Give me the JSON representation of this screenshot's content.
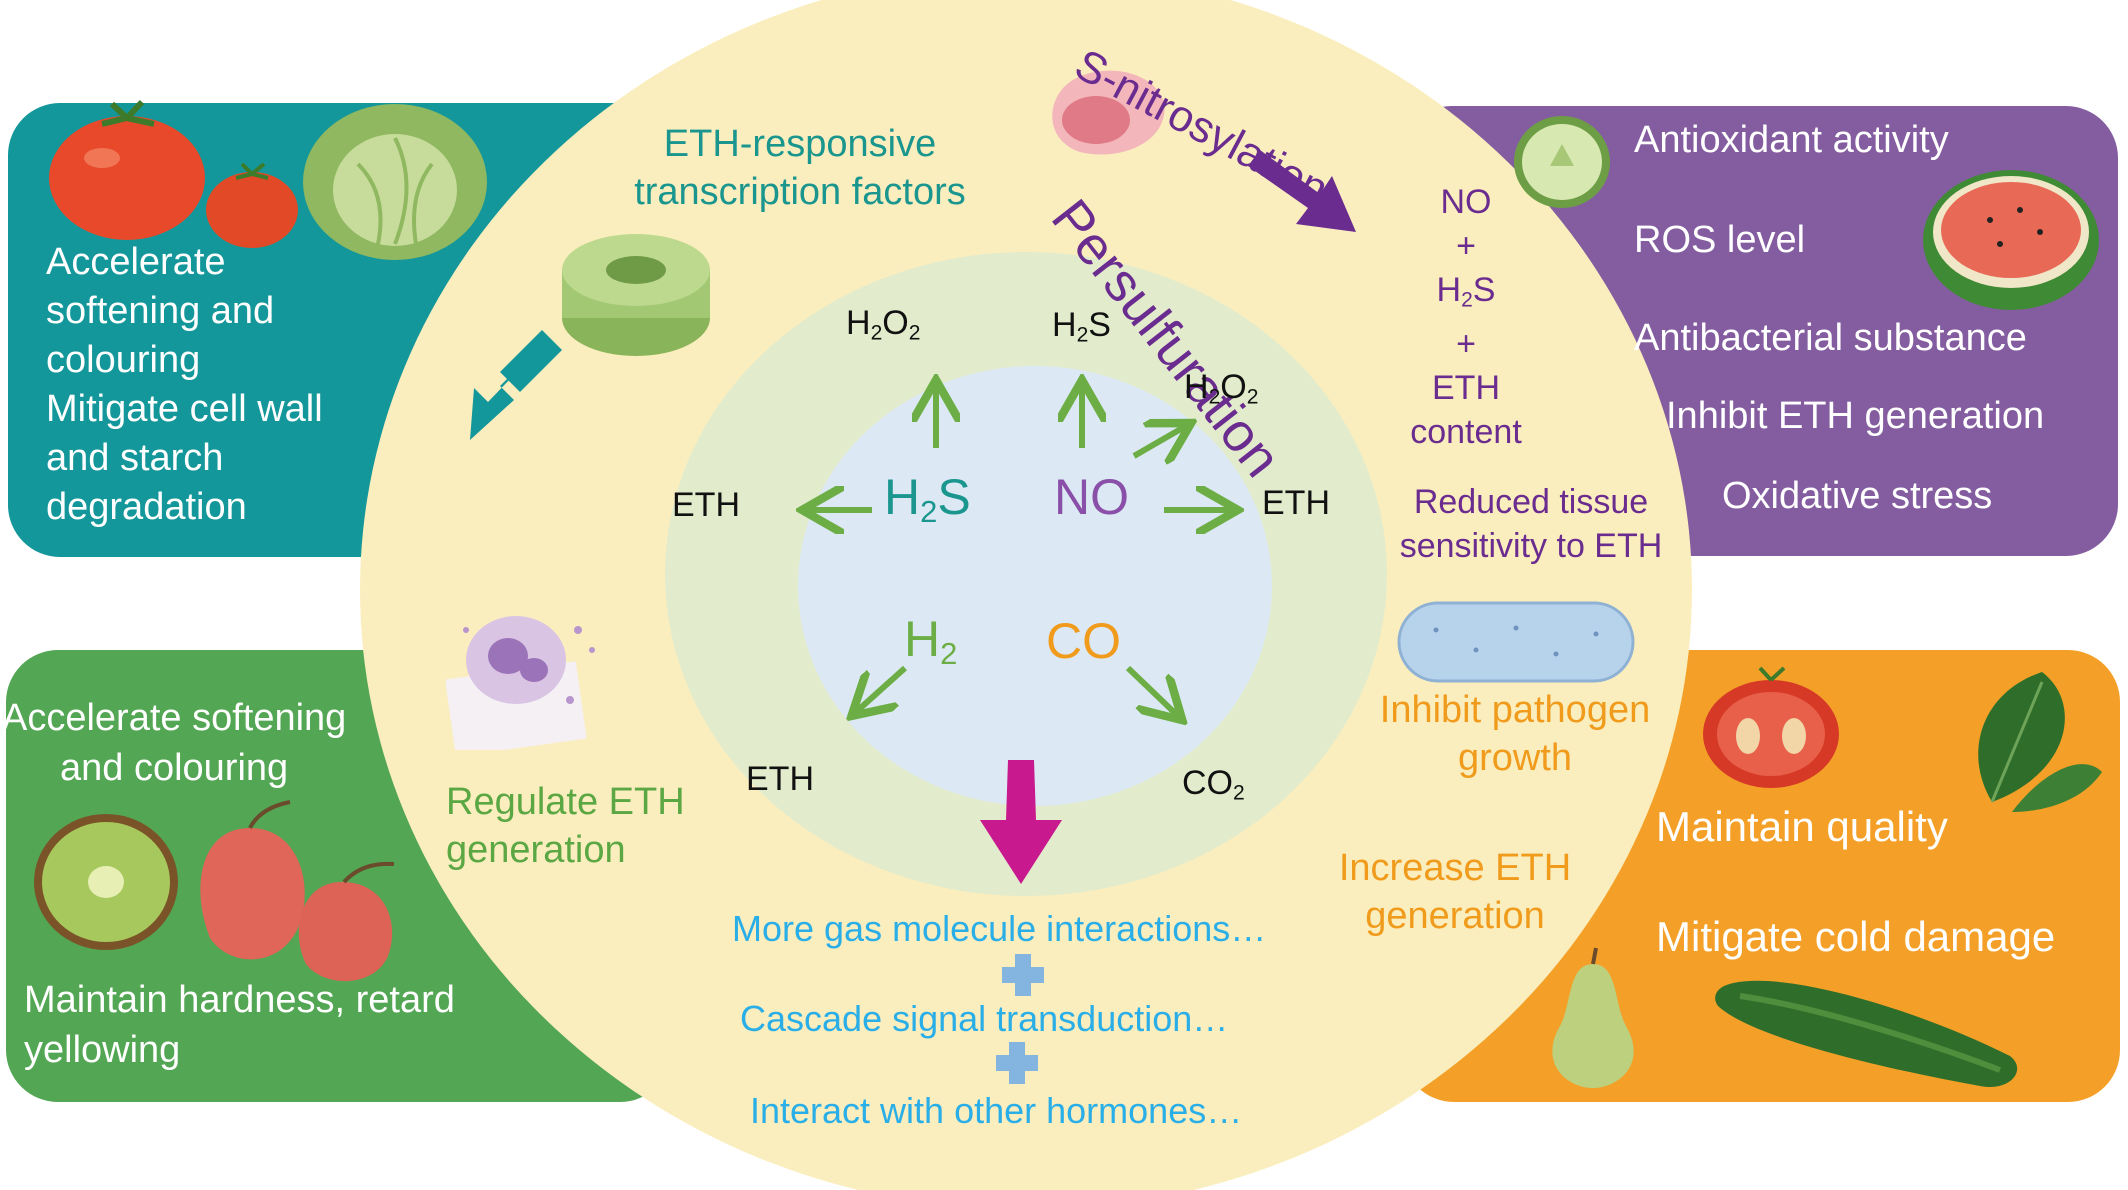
{
  "colors": {
    "teal_box": "#14979a",
    "purple_box": "#845da0",
    "green_box": "#53a653",
    "orange_box": "#f4a028",
    "outer_ring": "#fbeebe",
    "middle_ring": "#e2ebcc",
    "inner_circle": "#dce9f4",
    "arrow_green": "#6cae45",
    "arrow_magenta": "#c8198f",
    "arrow_purple": "#6a2c8f"
  },
  "icons": [
    "tomato-icon",
    "cabbage-icon",
    "cucumber-slice-icon",
    "watermelon-icon",
    "kiwi-icon",
    "pepper-icon",
    "half-tomato-icon",
    "spinach-icon",
    "pear-icon",
    "cucumber-icon",
    "cell-icon",
    "immune-cell-icon",
    "protein-channel-icon",
    "bacterium-icon"
  ],
  "top_left": {
    "lines": [
      "Accelerate",
      "softening and",
      "colouring",
      "Mitigate cell wall",
      "and starch",
      "degradation"
    ]
  },
  "top_right": {
    "items": [
      "Antioxidant activity",
      "ROS level",
      "Antibacterial substance",
      "Inhibit ETH generation",
      "Oxidative stress"
    ]
  },
  "bottom_left": {
    "line1": "Accelerate softening",
    "line2": "and colouring",
    "line3": "Maintain hardness, retard",
    "line4": "yellowing"
  },
  "bottom_right": {
    "item1": "Maintain quality",
    "item2": "Mitigate cold damage"
  },
  "outer_ring": {
    "eth_tf": [
      "ETH-responsive",
      "transcription factors"
    ],
    "s_nitrosylation": "S-nitrosylation",
    "persulfuration": "Persulfuration",
    "combo": {
      "no": "NO",
      "plus1": "+",
      "h2s": "H",
      "h2s_sub": "2",
      "h2s_end": "S",
      "plus2": "+",
      "eth": "ETH",
      "content": "content"
    },
    "reduced": [
      "Reduced tissue",
      "sensitivity to ETH"
    ],
    "pathogen": [
      "Inhibit pathogen",
      "growth"
    ],
    "increase": [
      "Increase ETH",
      "generation"
    ],
    "regulate": [
      "Regulate ETH",
      "generation"
    ]
  },
  "center": {
    "h2s": {
      "main": "H",
      "sub": "2",
      "end": "S"
    },
    "no": "NO",
    "h2": {
      "main": "H",
      "sub": "2"
    },
    "co": "CO",
    "h2o2_left": {
      "a": "H",
      "b": "2",
      "c": "O",
      "d": "2"
    },
    "h2s_top": {
      "a": "H",
      "b": "2",
      "c": "S"
    },
    "h2o2_right": {
      "a": "H",
      "b": "2",
      "c": "O",
      "d": "2"
    },
    "eth_left": "ETH",
    "eth_right": "ETH",
    "eth_bottom": "ETH",
    "co2": {
      "a": "CO",
      "b": "2"
    }
  },
  "bottom_text": {
    "line1": "More gas molecule interactions…",
    "line2": "Cascade signal transduction…",
    "line3": "Interact with other hormones…"
  }
}
